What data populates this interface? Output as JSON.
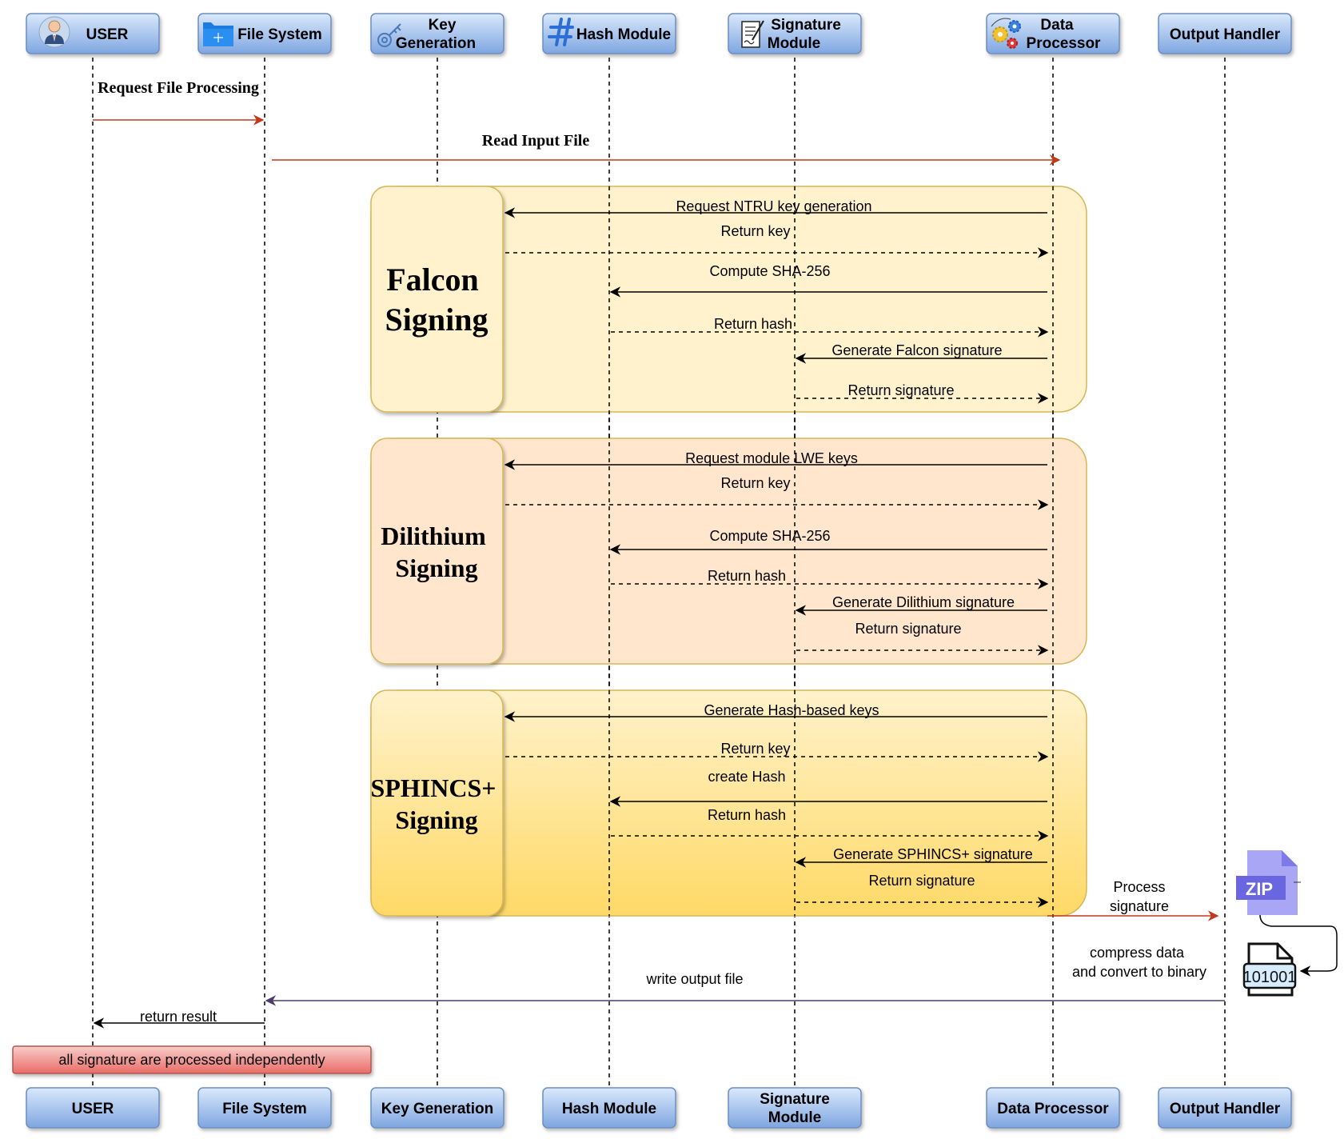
{
  "actors": [
    {
      "id": "user",
      "top": [
        "USER"
      ],
      "bottom": [
        "USER"
      ],
      "icon": "user-avatar-icon"
    },
    {
      "id": "fs",
      "top": [
        "File System"
      ],
      "bottom": [
        "File System"
      ],
      "icon": "folder-icon"
    },
    {
      "id": "keygen",
      "top": [
        "Key",
        "Generation"
      ],
      "bottom": [
        "Key Generation"
      ],
      "icon": "key-icon"
    },
    {
      "id": "hash",
      "top": [
        "Hash Module"
      ],
      "bottom": [
        "Hash Module"
      ],
      "icon": "hash-icon"
    },
    {
      "id": "sig",
      "top": [
        "Signature",
        "Module"
      ],
      "bottom": [
        "Signature",
        "Module"
      ],
      "icon": "document-pen-icon"
    },
    {
      "id": "dp",
      "top": [
        "Data",
        "Processor"
      ],
      "bottom": [
        "Data Processor"
      ],
      "icon": "gears-icon"
    },
    {
      "id": "out",
      "top": [
        "Output Handler"
      ],
      "bottom": [
        "Output Handler"
      ],
      "icon": ""
    }
  ],
  "groups": [
    {
      "id": "falcon",
      "title": [
        "Falcon",
        "Signing"
      ]
    },
    {
      "id": "dilithium",
      "title": [
        "Dilithium",
        "Signing"
      ]
    },
    {
      "id": "sphincs",
      "title": [
        "SPHINCS+",
        "Signing"
      ]
    }
  ],
  "messages": {
    "request_file_processing": "Request File Processing",
    "read_input_file": "Read Input File",
    "falcon": [
      "Request NTRU key generation",
      "Return key",
      "Compute SHA-256",
      "Return hash",
      "Generate Falcon signature",
      "Return signature"
    ],
    "dilithium": [
      "Request module LWE keys",
      "Return key",
      "Compute SHA-256",
      "Return hash",
      "Generate Dilithium signature",
      "Return signature"
    ],
    "sphincs": [
      "Generate Hash-based keys",
      "Return key",
      "create Hash",
      "Return hash",
      "Generate SPHINCS+ signature",
      "Return signature"
    ],
    "process_signature": [
      "Process",
      "signature"
    ],
    "compress": [
      "compress data",
      "and convert to binary"
    ],
    "write_output_file": "write output file",
    "return_result": "return result"
  },
  "icons": {
    "zip_label": "ZIP",
    "binary_label": "101001"
  },
  "note": "all signature are processed independently",
  "colors": {
    "actor_fill_top": "#dae8fc",
    "actor_fill_bottom": "#7ea6e0",
    "actor_stroke": "#6c8ebf",
    "falcon_fill": "#fff2cc",
    "dilithium_fill": "#ffe6cc",
    "sphincs_fill_top": "#fff2cc",
    "sphincs_fill_bottom": "#ffd966",
    "group_stroke": "#d6b656",
    "arrow_red": "#c0391b",
    "arrow_purple": "#4b3a6b",
    "note_fill": "#f8cecc",
    "note_fill_dark": "#ea6b66",
    "note_stroke": "#b85450"
  }
}
